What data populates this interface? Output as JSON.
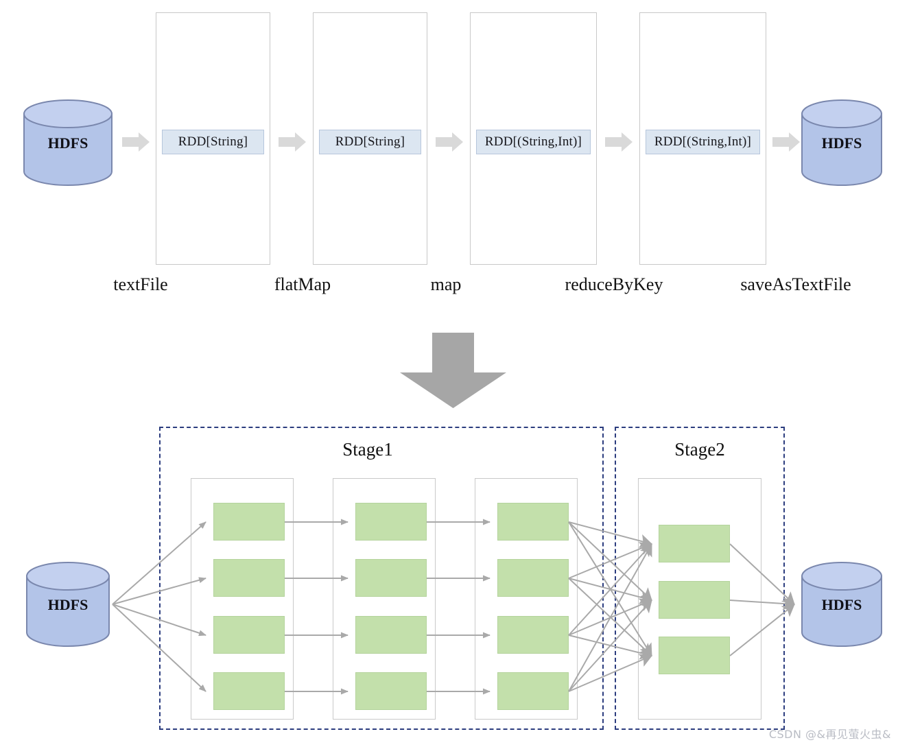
{
  "diagram": {
    "title": "Spark WordCount RDD lineage and stage division",
    "colors": {
      "cylinder_fill": "#b3c4e8",
      "cylinder_stroke": "#7a87ad",
      "rdd_chip_fill": "#dce6f1",
      "task_fill": "#c3e0ab",
      "stage_border": "#2b3c7e",
      "arrow_gray": "#d9d9d9",
      "wire_gray": "#a9a9a9",
      "big_arrow": "#a6a6a6"
    }
  },
  "lineage": {
    "source": {
      "label": "HDFS"
    },
    "sink": {
      "label": "HDFS"
    },
    "rdds": [
      {
        "chip": "RDD[String]"
      },
      {
        "chip": "RDD[String]"
      },
      {
        "chip": "RDD[(String,Int)]"
      },
      {
        "chip": "RDD[(String,Int)]"
      }
    ],
    "operations": [
      {
        "label": "textFile"
      },
      {
        "label": "flatMap"
      },
      {
        "label": "map"
      },
      {
        "label": "reduceByKey"
      },
      {
        "label": "saveAsTextFile"
      }
    ]
  },
  "transition": {
    "icon": "down-arrow-icon"
  },
  "execution": {
    "source": {
      "label": "HDFS"
    },
    "sink": {
      "label": "HDFS"
    },
    "stages": [
      {
        "title": "Stage1",
        "columns": [
          {
            "tasks": 4
          },
          {
            "tasks": 4
          },
          {
            "tasks": 4
          }
        ]
      },
      {
        "title": "Stage2",
        "columns": [
          {
            "tasks": 3
          }
        ]
      }
    ]
  },
  "watermark": {
    "text": "CSDN @&再见萤火虫&"
  }
}
